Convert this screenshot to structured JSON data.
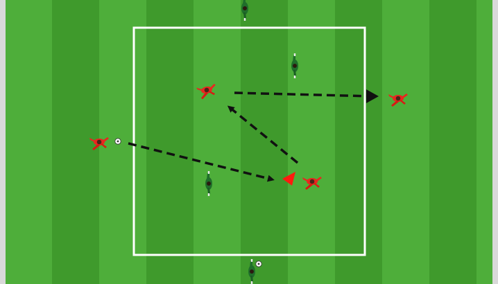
{
  "colors": {
    "frame": "#d9d9d9",
    "stripe_light": "#4eae3a",
    "stripe_dark": "#3f9a2c",
    "grid_line": "#ffffff",
    "pass_line": "#111111",
    "team_red": "#e8271f",
    "team_green": "#1f6e2a",
    "marker_red": "#ff1a0f"
  },
  "drill": {
    "area": "square-grid",
    "team_red_players": 4,
    "team_green_players": 4,
    "balls": 2,
    "passes": 2,
    "runs": 1
  },
  "icons": [
    "soccer-ball-icon",
    "player-red-icon",
    "player-green-icon",
    "arrow-head-icon",
    "cone-marker-icon"
  ]
}
